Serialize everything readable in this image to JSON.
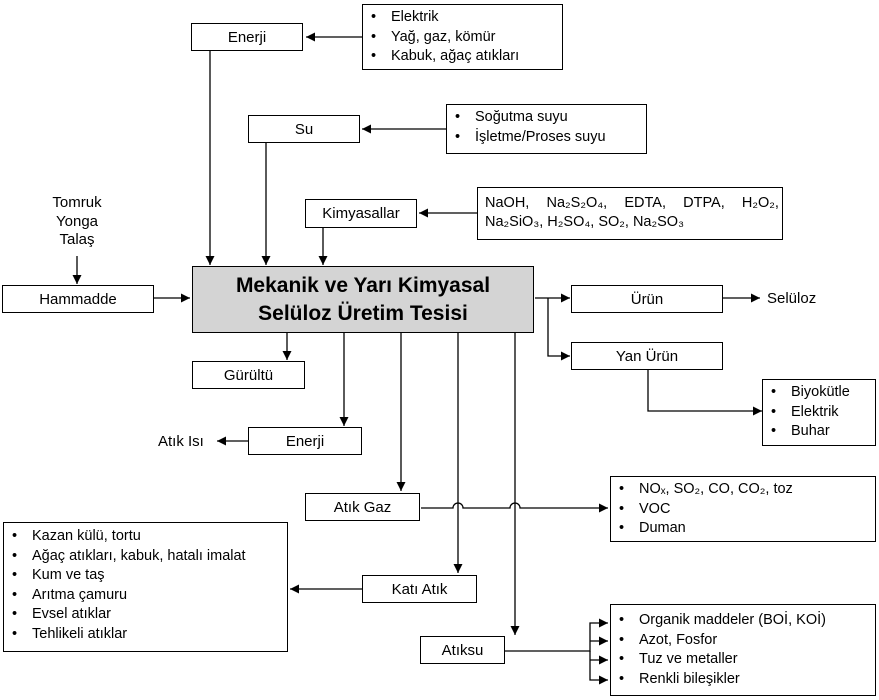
{
  "main_process": {
    "line1": "Mekanik ve Yarı Kimyasal",
    "line2": "Selüloz Üretim Tesisi"
  },
  "inputs": {
    "energy": {
      "label": "Enerji",
      "sources": [
        "Elektrik",
        "Yağ, gaz, kömür",
        "Kabuk, ağaç atıkları"
      ]
    },
    "water": {
      "label": "Su",
      "types": [
        "Soğutma suyu",
        "İşletme/Proses suyu"
      ]
    },
    "chemicals": {
      "label": "Kimyasallar",
      "row1": [
        "NaOH,",
        "Na₂S₂O₄,",
        "EDTA,",
        "DTPA,",
        "H₂O₂,"
      ],
      "row2": "Na₂SiO₃, H₂SO₄, SO₂, Na₂SO₃"
    },
    "raw_material": {
      "label": "Hammadde",
      "sources": [
        "Tomruk",
        "Yonga",
        "Talaş"
      ]
    }
  },
  "outputs": {
    "product": {
      "label": "Ürün",
      "result": "Selüloz"
    },
    "by_product": {
      "label": "Yan Ürün",
      "uses": [
        "Biyokütle",
        "Elektrik",
        "Buhar"
      ]
    },
    "noise": {
      "label": "Gürültü"
    },
    "energy": {
      "label": "Enerji",
      "result": "Atık Isı"
    },
    "waste_gas": {
      "label": "Atık Gaz",
      "components": [
        "NOₓ, SO₂, CO, CO₂, toz",
        "VOC",
        "Duman"
      ]
    },
    "solid_waste": {
      "label": "Katı Atık",
      "items": [
        "Kazan külü, tortu",
        "Ağaç atıkları, kabuk, hatalı imalat",
        "Kum ve taş",
        "Arıtma çamuru",
        "Evsel atıklar",
        "Tehlikeli atıklar"
      ]
    },
    "wastewater": {
      "label": "Atıksu",
      "pollutants": [
        "Organik maddeler (BOİ, KOİ)",
        "Azot, Fosfor",
        "Tuz ve metaller",
        "Renkli bileşikler"
      ]
    }
  }
}
